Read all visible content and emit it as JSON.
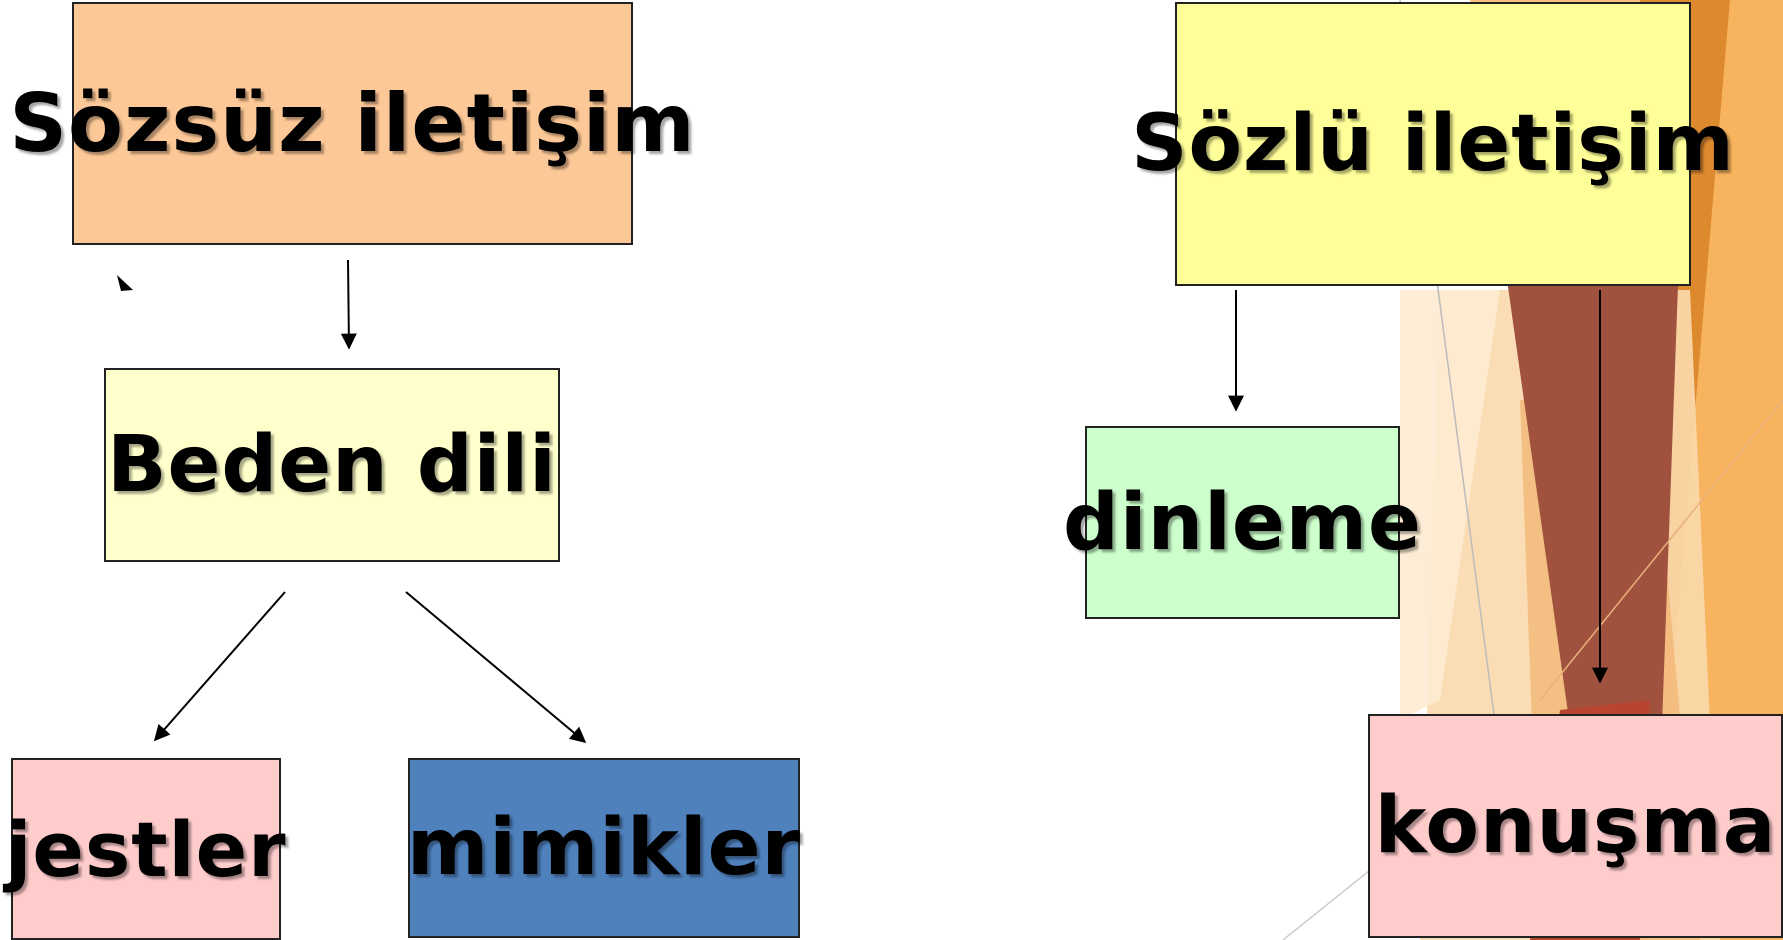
{
  "nodes": {
    "sozsuz": {
      "label": "Sözsüz iletişim",
      "color": "#fdc897"
    },
    "beden": {
      "label": "Beden dili",
      "color": "#ffffcc"
    },
    "jestler": {
      "label": "jestler",
      "color": "#ffcccc"
    },
    "mimikler": {
      "label": "mimikler",
      "color": "#4f81bd"
    },
    "sozlu": {
      "label": "Sözlü iletişim",
      "color": "#ffff99"
    },
    "dinleme": {
      "label": "dinleme",
      "color": "#ccffcc"
    },
    "konusma": {
      "label": "konuşma",
      "color": "#ffcccc"
    }
  },
  "edges": [
    {
      "from": "Sözsüz iletişim",
      "to": "Beden dili"
    },
    {
      "from": "Beden dili",
      "to": "jestler"
    },
    {
      "from": "Beden dili",
      "to": "mimikler"
    },
    {
      "from": "Sözlü iletişim",
      "to": "dinleme"
    },
    {
      "from": "Sözlü iletişim",
      "to": "konuşma"
    }
  ],
  "theme": {
    "accent_colors": [
      "#f4a23a",
      "#a0523f",
      "#f9c98f",
      "#fde3bf"
    ]
  }
}
